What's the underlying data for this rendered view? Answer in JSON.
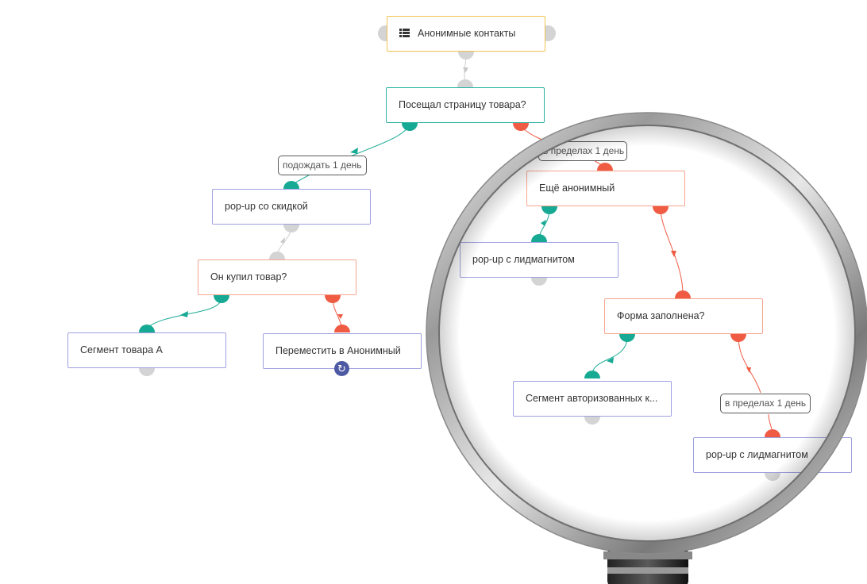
{
  "colors": {
    "accent_green": "#16a993",
    "accent_red": "#ef5b43",
    "port_gray": "#d4d4d4",
    "source_border": "#f0c24c",
    "action_border": "#9fa0e0",
    "refresh_badge": "#4d5aa3"
  },
  "nodes": {
    "anon_contacts": {
      "label": "Анонимные контакты",
      "icon": "list-icon"
    },
    "visited_product_page": {
      "label": "Посещал страницу товара?"
    },
    "popup_discount": {
      "label": "pop-up со скидкой"
    },
    "bought_product": {
      "label": "Он купил товар?"
    },
    "segment_product_a": {
      "label": "Сегмент товара А"
    },
    "move_to_anonymous": {
      "label": "Переместить в Анонимный",
      "badge_icon": "refresh-icon"
    },
    "still_anonymous": {
      "label": "Ещё анонимный"
    },
    "popup_leadmagnet_1": {
      "label": "pop-up с лидмагнитом"
    },
    "form_filled": {
      "label": "Форма заполнена?"
    },
    "segment_authorized": {
      "label": "Сегмент авторизованных к..."
    },
    "popup_leadmagnet_2": {
      "label": "pop-up с лидмагнитом"
    }
  },
  "edge_labels": {
    "wait_1_day": "подождать 1 день",
    "within_1_day_hidden": "в пределах 1 день",
    "within_1_day": "в пределах 1 день"
  }
}
